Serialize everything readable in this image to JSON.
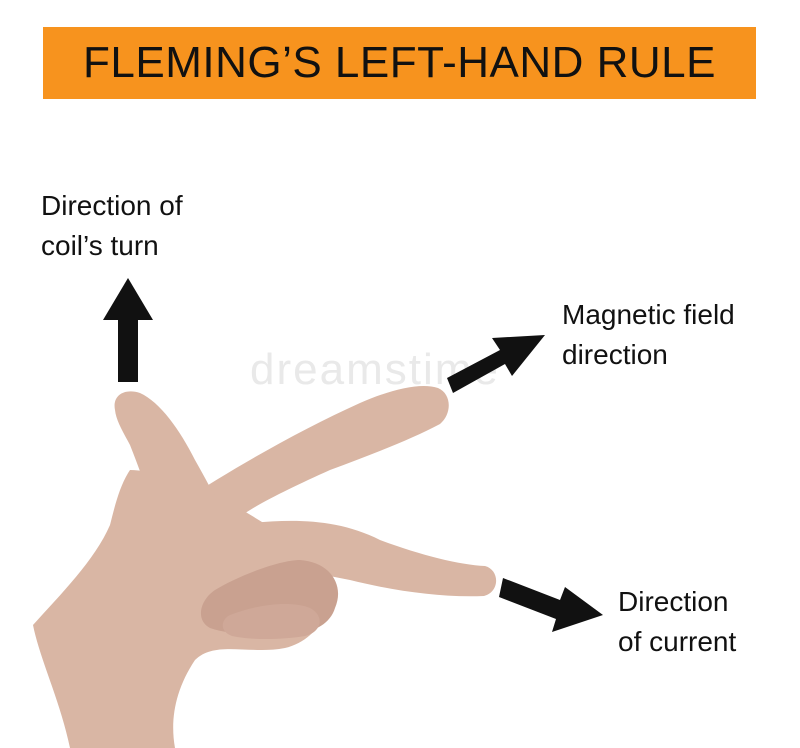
{
  "title": "FLEMING’S LEFT-HAND RULE",
  "labels": {
    "thumb": [
      "Direction of",
      "coil’s turn"
    ],
    "forefinger": [
      "Magnetic field",
      "direction"
    ],
    "middle_finger": [
      "Direction",
      "of current"
    ]
  },
  "watermark": "dreamstime",
  "colors": {
    "banner": "#f7931e",
    "skin": "#d9b6a4",
    "skin_shadow": "#c9a190",
    "arrow": "#111111"
  }
}
